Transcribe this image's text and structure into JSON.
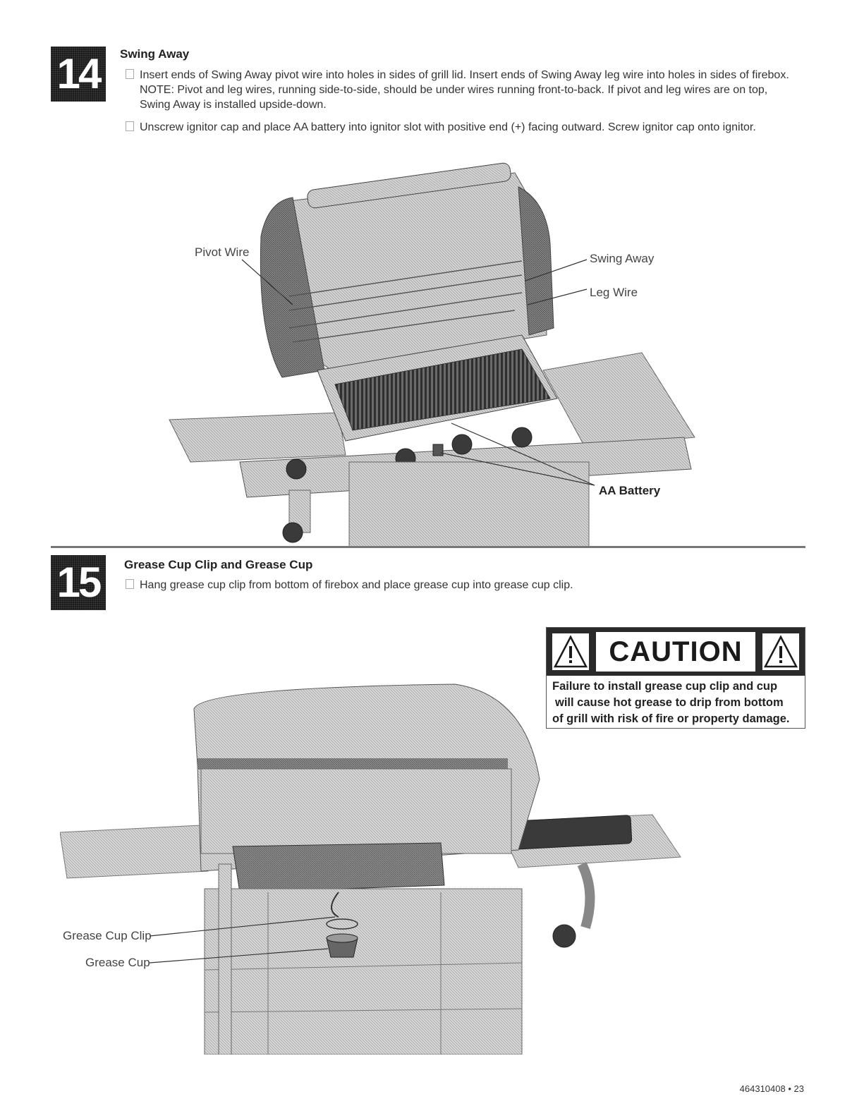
{
  "step14": {
    "number": "14",
    "title": "Swing Away",
    "bullet1_line1": "Insert ends of Swing Away pivot wire into holes in sides of grill lid. Insert ends of Swing Away leg wire into holes in sides of firebox.",
    "bullet1_line2": "NOTE: Pivot and leg wires, running side-to-side, should be under wires running front-to-back. If pivot and leg wires are on top,",
    "bullet1_line3": "Swing Away is installed upside-down.",
    "bullet2": "Unscrew ignitor cap and place AA battery into ignitor slot with positive end (+) facing outward. Screw ignitor cap onto ignitor.",
    "callouts": {
      "pivot_wire": "Pivot Wire",
      "swing_away": "Swing Away",
      "leg_wire": "Leg Wire",
      "aa_battery": "AA Battery"
    }
  },
  "step15": {
    "number": "15",
    "title": "Grease Cup Clip and Grease Cup",
    "bullet1": "Hang grease cup clip from bottom of firebox and place grease cup into grease cup clip.",
    "callouts": {
      "grease_cup_clip": "Grease Cup Clip",
      "grease_cup": "Grease Cup"
    }
  },
  "caution": {
    "heading": "CAUTION",
    "line1": "Failure to install grease cup clip and cup",
    "line2": "will cause hot grease to drip from bottom",
    "line3": "of grill with risk of fire or property damage."
  },
  "footer": {
    "doc_number": "464310408",
    "page": "23"
  }
}
